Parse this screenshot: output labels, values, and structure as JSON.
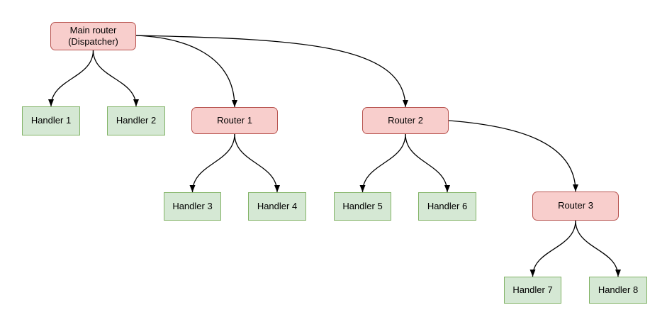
{
  "diagram": {
    "type": "tree-flowchart",
    "background": "#ffffff",
    "colors": {
      "router_fill": "#f8cecc",
      "router_border": "#b85450",
      "handler_fill": "#d5e8d4",
      "handler_border": "#82b366",
      "edge_stroke": "#000000",
      "text": "#000000"
    },
    "nodes": {
      "main_router": {
        "label": "Main router\n(Dispatcher)",
        "type": "router"
      },
      "router_1": {
        "label": "Router 1",
        "type": "router"
      },
      "router_2": {
        "label": "Router 2",
        "type": "router"
      },
      "router_3": {
        "label": "Router 3",
        "type": "router"
      },
      "handler_1": {
        "label": "Handler 1",
        "type": "handler"
      },
      "handler_2": {
        "label": "Handler 2",
        "type": "handler"
      },
      "handler_3": {
        "label": "Handler 3",
        "type": "handler"
      },
      "handler_4": {
        "label": "Handler 4",
        "type": "handler"
      },
      "handler_5": {
        "label": "Handler 5",
        "type": "handler"
      },
      "handler_6": {
        "label": "Handler 6",
        "type": "handler"
      },
      "handler_7": {
        "label": "Handler 7",
        "type": "handler"
      },
      "handler_8": {
        "label": "Handler 8",
        "type": "handler"
      }
    },
    "edges": [
      {
        "from": "Main router (Dispatcher)",
        "to": "Handler 1"
      },
      {
        "from": "Main router (Dispatcher)",
        "to": "Handler 2"
      },
      {
        "from": "Main router (Dispatcher)",
        "to": "Router 1"
      },
      {
        "from": "Main router (Dispatcher)",
        "to": "Router 2"
      },
      {
        "from": "Router 1",
        "to": "Handler 3"
      },
      {
        "from": "Router 1",
        "to": "Handler 4"
      },
      {
        "from": "Router 2",
        "to": "Handler 5"
      },
      {
        "from": "Router 2",
        "to": "Handler 6"
      },
      {
        "from": "Router 2",
        "to": "Router 3"
      },
      {
        "from": "Router 3",
        "to": "Handler 7"
      },
      {
        "from": "Router 3",
        "to": "Handler 8"
      }
    ]
  }
}
